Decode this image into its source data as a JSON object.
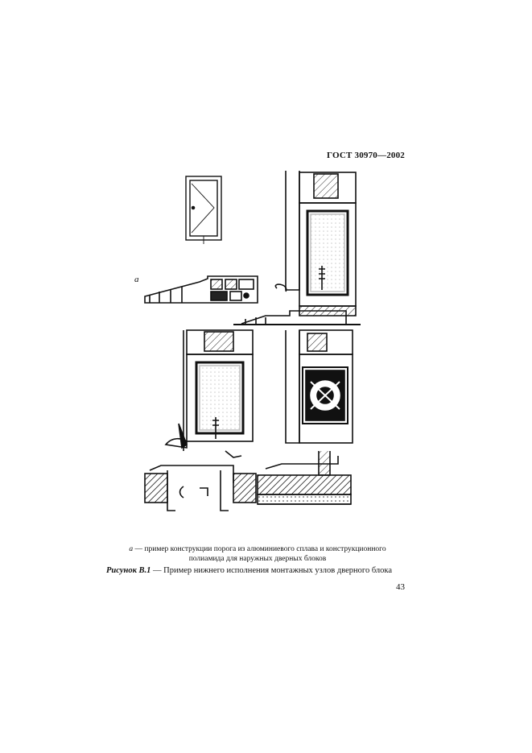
{
  "header": {
    "standard_code": "ГОСТ 30970—2002"
  },
  "figure": {
    "subfigure_label": "а",
    "note_letter": "а",
    "note_text": " — пример конструкции порога из алюминиевого сплава и конструкционного полиамида для наружных дверных блоков",
    "title_ref": "Рисунок В.1",
    "title_text": " — Пример нижнего исполнения монтажных узлов дверного блока"
  },
  "footer": {
    "page_number": "43"
  },
  "colors": {
    "ink": "#111111",
    "paper": "#ffffff"
  }
}
